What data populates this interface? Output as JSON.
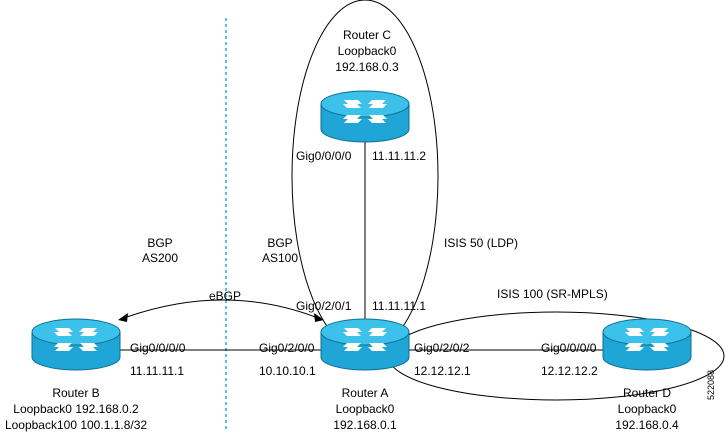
{
  "colors": {
    "router_body": "#1fa6d6",
    "router_top": "#3cc1ea",
    "router_edge": "#0d6f93",
    "arrow_white": "#ffffff",
    "divider": "#29a9e0",
    "line": "#000000"
  },
  "icons": {
    "router": "router-icon",
    "arrowhead": "arrowhead-icon"
  },
  "routers": {
    "c": {
      "name": "Router C",
      "lo_label": "Loopback0",
      "lo_ip": "192.168.0.3"
    },
    "b": {
      "name": "Router B",
      "lo0": "Loopback0 192.168.0.2",
      "lo100": "Loopback100 100.1.1.8/32"
    },
    "a": {
      "name": "Router A",
      "lo_label": "Loopback0",
      "lo_ip": "192.168.0.1"
    },
    "d": {
      "name": "Router D",
      "lo_label": "Loopback0",
      "lo_ip": "192.168.0.4"
    }
  },
  "links": {
    "c_a": {
      "c_intf": "Gig0/0/0/0",
      "c_ip": "11.11.11.2",
      "a_intf": "Gig0/2/0/1",
      "a_ip": "11.11.11.1"
    },
    "b_a": {
      "b_intf": "Gig0/0/0/0",
      "b_ip": "11.11.11.1",
      "a_intf": "Gig0/2/0/0",
      "a_ip": "10.10.10.1"
    },
    "a_d": {
      "a_intf": "Gig0/2/0/2",
      "a_ip": "12.12.12.1",
      "d_intf": "Gig0/0/0/0",
      "d_ip": "12.12.12.2"
    }
  },
  "domains": {
    "bgp_as200": {
      "line1": "BGP",
      "line2": "AS200"
    },
    "bgp_as100": {
      "line1": "BGP",
      "line2": "AS100"
    },
    "isis50": "ISIS 50 (LDP)",
    "isis100": "ISIS 100 (SR-MPLS)",
    "ebgp": "eBGP"
  },
  "figure_id": "522088"
}
